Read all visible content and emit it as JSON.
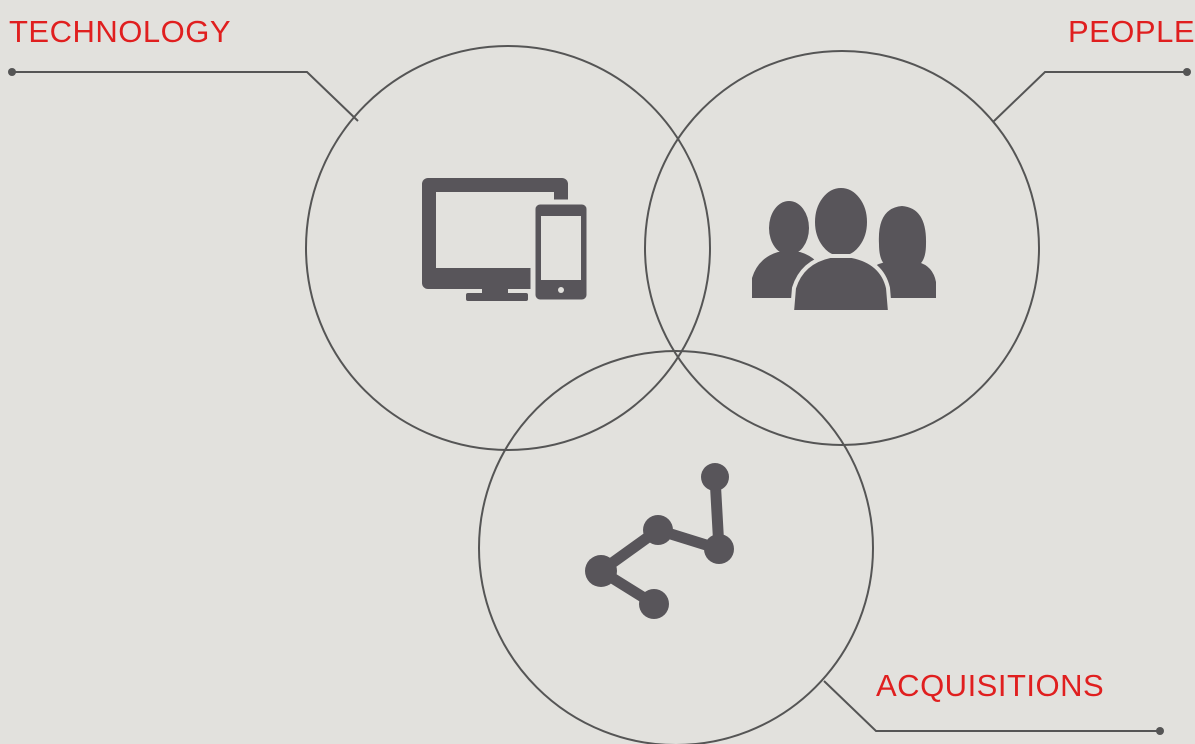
{
  "labels": {
    "technology": "TECHNOLOGY",
    "people": "PEOPLE",
    "acquisitions": "ACQUISITIONS"
  },
  "colors": {
    "background": "#e2e1dd",
    "label": "#e01f1f",
    "outline": "#555555",
    "icon": "#58555a"
  },
  "icons": {
    "technology": "devices-icon",
    "people": "people-group-icon",
    "acquisitions": "connected-nodes-icon"
  }
}
